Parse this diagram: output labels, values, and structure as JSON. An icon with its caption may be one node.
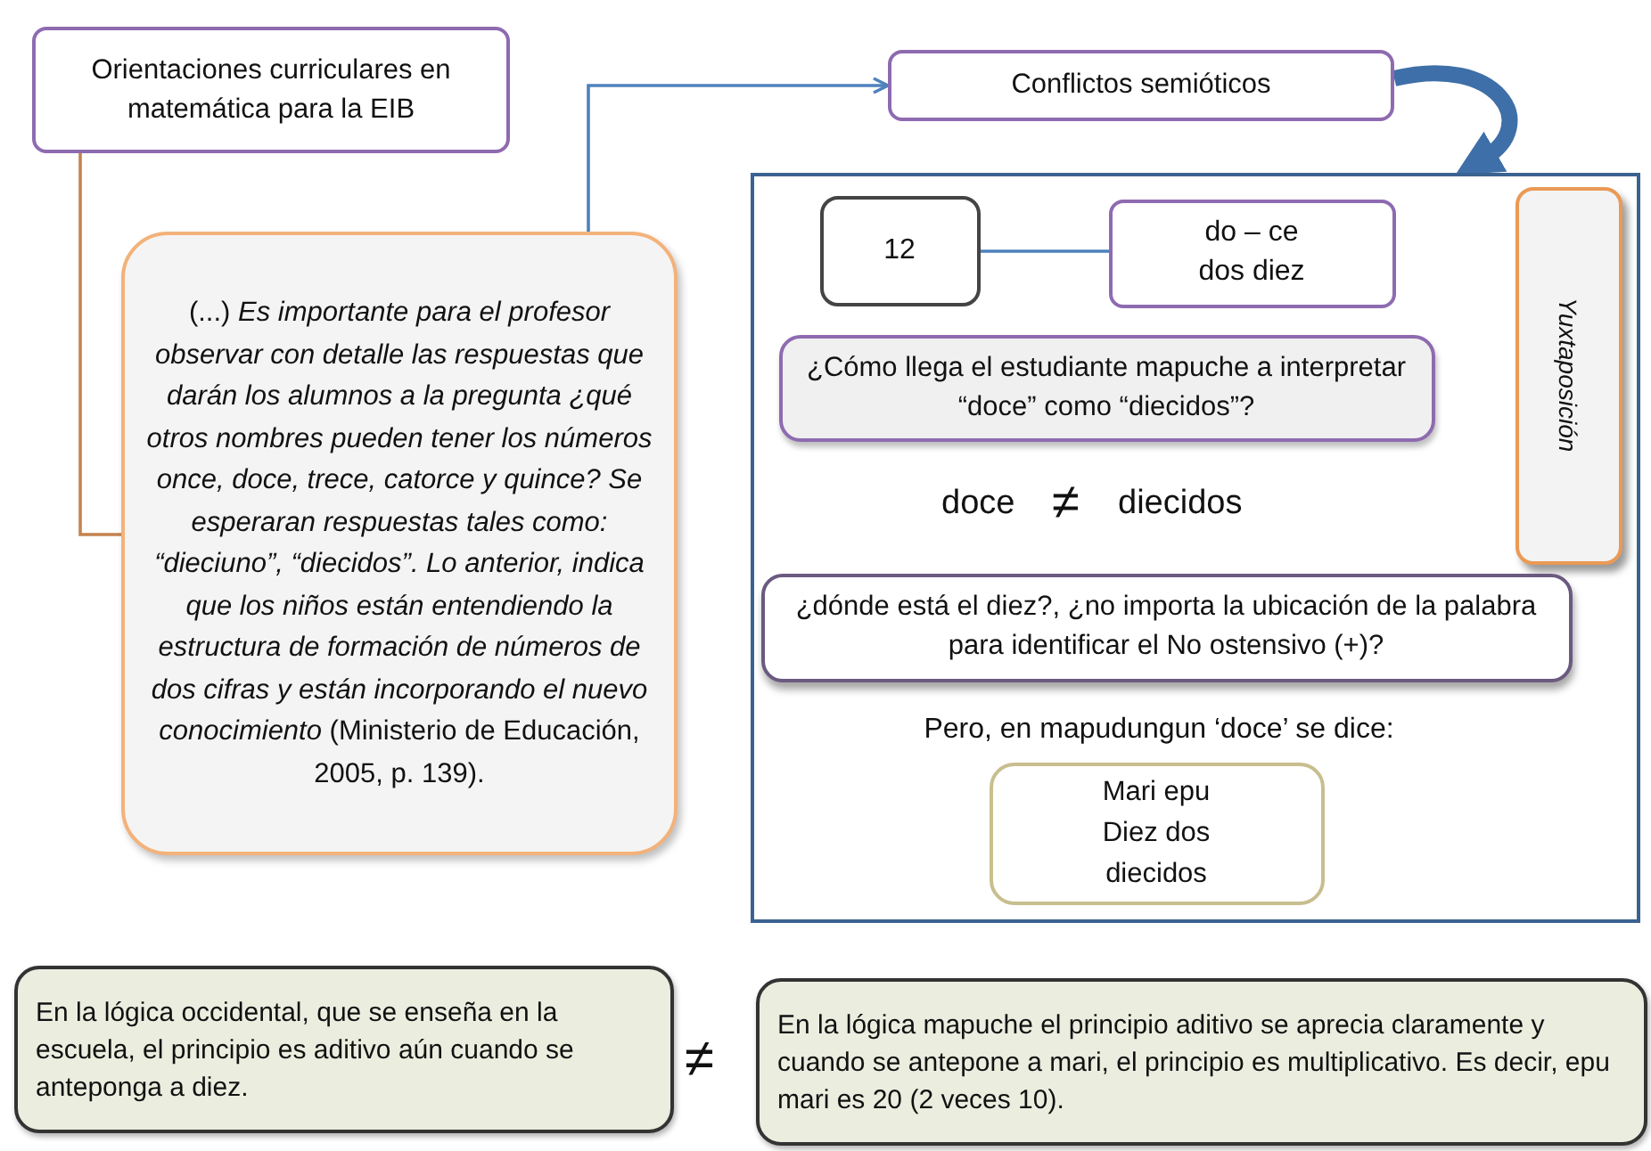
{
  "diagram": {
    "nodes": [
      {
        "text": [
          "Orientaciones curriculares en matemática para la EIB"
        ]
      },
      {
        "text": [
          "(...) *Es importante para el profesor observar con detalle las respuestas que darán los alumnos a la pregunta ¿qué otros nombres pueden tener los números once, doce, trece, catorce y quince? Se esperaran respuestas tales como: “dieciuno”, “diecidos”. Lo anterior, indica que los niños están entendiendo la estructura de formación de números de dos cifras y están incorporando el nuevo conocimiento* (Ministerio de Educación, 2005, p. 139)."
        ]
      },
      {
        "text": [
          "Conflictos semióticos"
        ]
      },
      {
        "text": [],
        "shape": "box"
      },
      {
        "text": [
          "12"
        ],
        "in": 3
      },
      {
        "text": [
          "do – ce",
          "dos diez"
        ],
        "in": 3
      },
      {
        "text": [
          "¿Cómo llega el estudiante mapuche a interpretar “doce” como “diecidos”?"
        ],
        "in": 3
      },
      {
        "text": [
          "Yuxtaposición"
        ],
        "in": 3
      },
      {
        "text": [
          "¿dónde está el diez?, ¿no importa la ubicación de la palabra para identificar el No ostensivo (+)?"
        ],
        "in": 3
      },
      {
        "text": [
          "Mari epu",
          "Diez dos",
          "diecidos"
        ],
        "in": 3
      },
      {
        "text": [
          "En la lógica occidental, que se enseña en la escuela, el principio es aditivo aún cuando se anteponga a diez."
        ]
      },
      {
        "text": [
          "En la lógica mapuche el principio aditivo se aprecia claramente y cuando se antepone a mari, el principio es multiplicativo. Es decir, epu mari es 20 (2 veces 10)."
        ]
      }
    ],
    "edges": [
      {
        "from": 0,
        "to": 1,
        "arrow": "none",
        "color": "#c5834f"
      },
      {
        "from": 1,
        "to": 2,
        "arrow": "to",
        "color": "#4f81bd"
      },
      {
        "from": 4,
        "to": 5,
        "arrow": "none",
        "color": "#4f81bd"
      },
      {
        "from": 2,
        "to": 3,
        "arrow": "to",
        "style": "thick",
        "color": "#3f6fa8"
      }
    ],
    "labels": [
      "doce",
      "≠",
      "diecidos",
      "Pero, en mapudungun ‘doce’ se dice:",
      "≠"
    ]
  }
}
